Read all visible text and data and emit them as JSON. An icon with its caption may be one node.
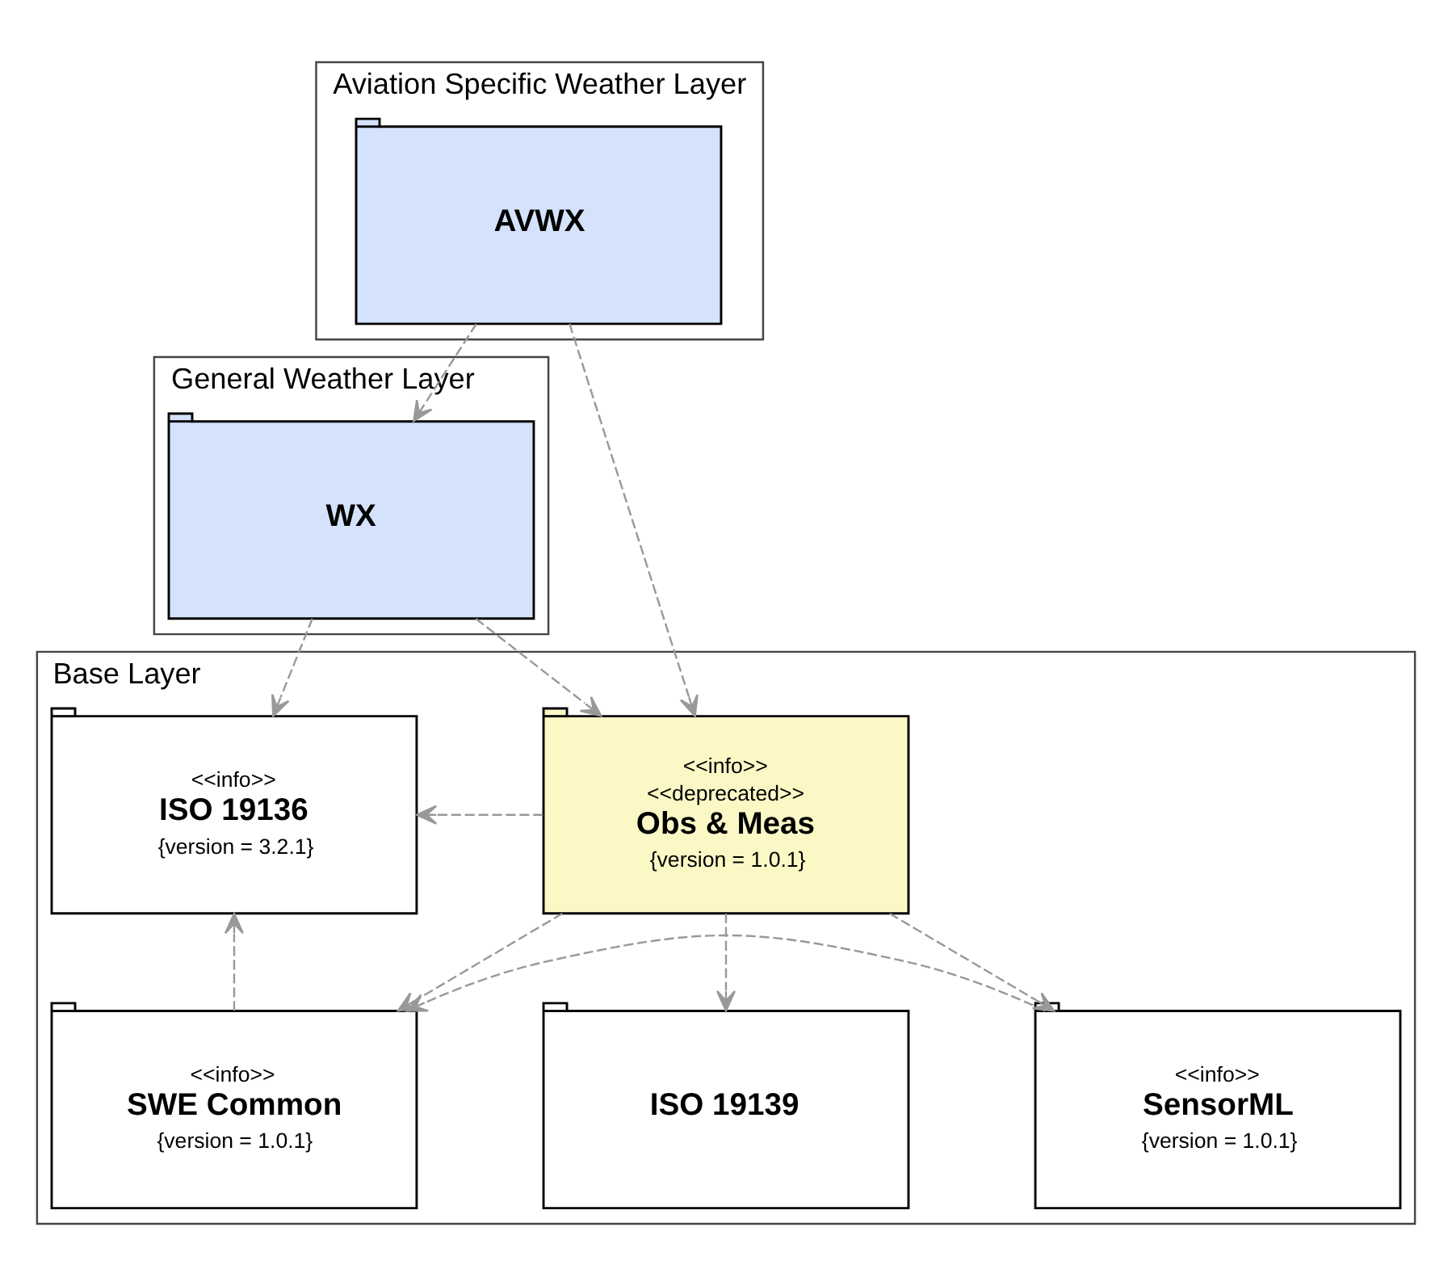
{
  "diagram": {
    "nodes": [
      {
        "text": [
          "Aviation Specific Weather Layer"
        ]
      },
      {
        "text": [
          "AVWX"
        ],
        "in": 0
      },
      {
        "text": [
          "General Weather Layer"
        ]
      },
      {
        "text": [
          "WX"
        ],
        "in": 2
      },
      {
        "text": [
          "Base Layer"
        ]
      },
      {
        "text": [
          "<<info>>",
          "ISO 19136",
          "{version = 3.2.1}"
        ],
        "in": 4
      },
      {
        "text": [
          "<<info>>",
          "<<deprecated>>",
          "Obs & Meas",
          "{version = 1.0.1}"
        ],
        "in": 4
      },
      {
        "text": [
          "<<info>>",
          "SWE Common",
          "{version = 1.0.1}"
        ],
        "in": 4
      },
      {
        "text": [
          "<<info>>",
          "SensorML",
          "{version = 1.0.1}"
        ],
        "in": 4
      },
      {
        "text": [
          "ISO 19139"
        ],
        "in": 4
      }
    ],
    "edges": [
      {
        "from": 1,
        "to": 3,
        "arrow": "to",
        "style": "dashed"
      },
      {
        "from": 1,
        "to": 6,
        "arrow": "to",
        "style": "dashed"
      },
      {
        "from": 3,
        "to": 5,
        "arrow": "to",
        "style": "dashed"
      },
      {
        "from": 3,
        "to": 6,
        "arrow": "to",
        "style": "dashed"
      },
      {
        "from": 6,
        "to": 5,
        "arrow": "to",
        "style": "dashed"
      },
      {
        "from": 6,
        "to": 7,
        "arrow": "to",
        "style": "dashed"
      },
      {
        "from": 6,
        "to": 8,
        "arrow": "to",
        "style": "dashed"
      },
      {
        "from": 6,
        "to": 9,
        "arrow": "to",
        "style": "dashed"
      },
      {
        "from": 7,
        "to": 5,
        "arrow": "to",
        "style": "dashed"
      },
      {
        "from": 8,
        "to": 7,
        "arrow": "to",
        "style": "dashed"
      }
    ]
  }
}
